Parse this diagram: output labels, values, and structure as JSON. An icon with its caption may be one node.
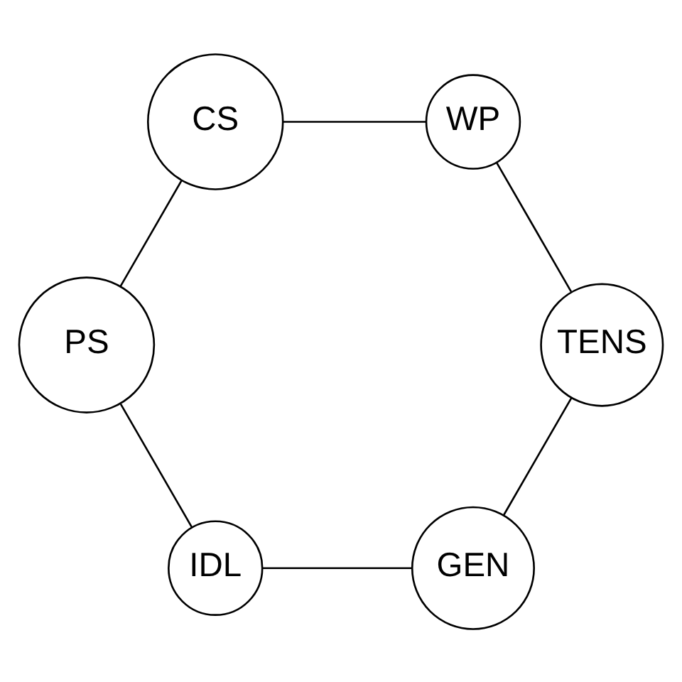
{
  "diagram": {
    "nodes": [
      {
        "text": [
          "GEN"
        ]
      },
      {
        "text": [
          "IDL"
        ]
      },
      {
        "text": [
          "PS"
        ]
      },
      {
        "text": [
          "WP"
        ]
      },
      {
        "text": [
          "TENS"
        ]
      },
      {
        "text": [
          "CS"
        ]
      }
    ],
    "edges": [
      {
        "from": 0,
        "to": 1,
        "arrow": "none"
      },
      {
        "from": 1,
        "to": 2,
        "arrow": "none"
      },
      {
        "from": 2,
        "to": 5,
        "arrow": "none"
      },
      {
        "from": 5,
        "to": 3,
        "arrow": "none"
      },
      {
        "from": 3,
        "to": 4,
        "arrow": "none"
      },
      {
        "from": 4,
        "to": 0,
        "arrow": "none"
      }
    ]
  }
}
